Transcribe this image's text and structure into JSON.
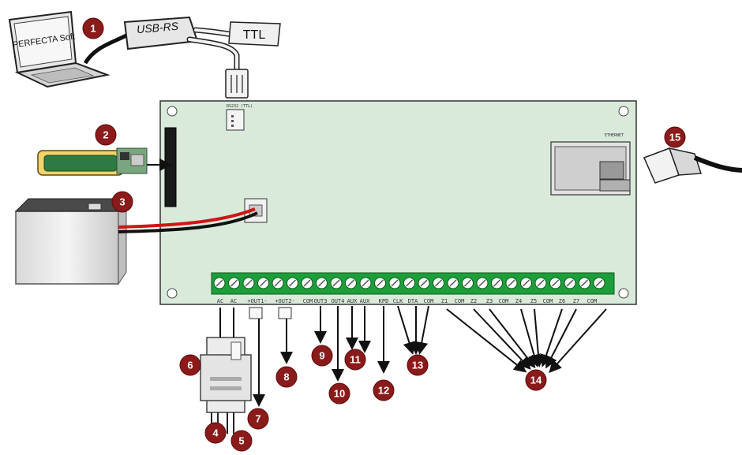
{
  "laptop": {
    "screen_text": "PERFECTA Soft"
  },
  "usb_converter": {
    "label": "USB-RS"
  },
  "ttl_label": {
    "text": "TTL"
  },
  "board": {
    "rs232_label": "RS232 (TTL)",
    "ethernet_label": "ETHERNET",
    "terminals": [
      "AC",
      "AC",
      "+OUT1-",
      "+OUT2-",
      "COM",
      "OUT3",
      "OUT4",
      "AUX",
      "AUX",
      "KPD",
      "CLK",
      "DTA",
      "COM",
      "Z1",
      "COM",
      "Z2",
      "Z3",
      "COM",
      "Z4",
      "Z5",
      "COM",
      "Z6",
      "Z7",
      "COM"
    ]
  },
  "badges": [
    "1",
    "2",
    "3",
    "4",
    "5",
    "6",
    "7",
    "8",
    "9",
    "10",
    "11",
    "12",
    "13",
    "14",
    "15"
  ],
  "colors": {
    "board": "#d9eadb",
    "terminal": "#1e9e3a",
    "badge": "#8b1a1a",
    "wire_red": "#d01515"
  }
}
